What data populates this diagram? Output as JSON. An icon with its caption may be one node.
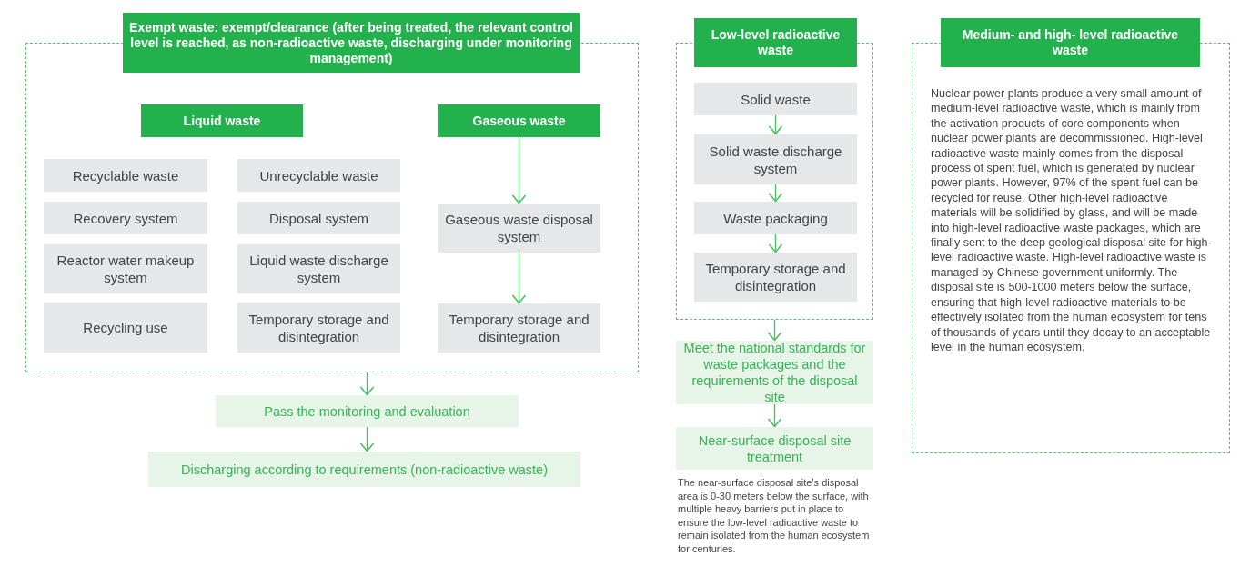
{
  "diagram": {
    "nodes": [
      {
        "text": [
          "Exempt waste: exempt/clearance (after being treated, the relevant control level is reached, as non-radioactive waste, discharging under monitoring management)"
        ]
      },
      {
        "text": [
          "Liquid waste"
        ],
        "in": 0
      },
      {
        "text": [
          "Recyclable waste"
        ],
        "in": 0
      },
      {
        "text": [
          "Unrecyclable waste"
        ],
        "in": 0
      },
      {
        "text": [
          "Recovery system"
        ],
        "in": 0
      },
      {
        "text": [
          "Disposal system"
        ],
        "in": 0
      },
      {
        "text": [
          "Reactor water makeup system"
        ],
        "in": 0
      },
      {
        "text": [
          "Liquid waste discharge system"
        ],
        "in": 0
      },
      {
        "text": [
          "Recycling use"
        ],
        "in": 0
      },
      {
        "text": [
          "Temporary storage and disintegration"
        ],
        "in": 0
      },
      {
        "text": [
          "Gaseous waste"
        ],
        "in": 0
      },
      {
        "text": [
          "Gaseous waste disposal system"
        ],
        "in": 0
      },
      {
        "text": [
          "Temporary storage and disintegration"
        ],
        "in": 0
      },
      {
        "text": [
          "Pass the monitoring and evaluation"
        ]
      },
      {
        "text": [
          "Discharging according to requirements (non-radioactive waste)"
        ]
      },
      {
        "text": [
          "Low-level radioactive waste"
        ]
      },
      {
        "text": [
          "Solid waste"
        ],
        "in": 15
      },
      {
        "text": [
          "Solid waste discharge system"
        ],
        "in": 15
      },
      {
        "text": [
          "Waste packaging"
        ],
        "in": 15
      },
      {
        "text": [
          "Temporary storage and disintegration"
        ],
        "in": 15
      },
      {
        "text": [
          "Meet the national standards for waste packages and the requirements of the disposal site"
        ]
      },
      {
        "text": [
          "Near-surface disposal site treatment"
        ],
        "beside": [
          "The near-surface disposal site’s disposal area is 0-30 meters below the surface, with multiple heavy barriers put in place to ensure the low-level radioactive waste to remain isolated from the human ecosystem for centuries."
        ]
      },
      {
        "text": [
          "Medium- and high- level radioactive waste",
          "Nuclear power plants produce a very small amount of medium-level radioactive waste, which is mainly from the activation products of core components when nuclear power plants are decommissioned. High-level radioactive waste mainly comes from the disposal process of spent fuel, which is generated by nuclear power plants. However, 97% of the spent fuel can be recycled for reuse. Other high-level radioactive materials will be solidified by glass, and will be made into high-level radioactive waste packages, which are finally sent to the deep geological disposal site for high-level radioactive waste. High-level radioactive waste is managed by Chinese government uniformly. The disposal site is 500-1000 meters below the surface, ensuring that high-level radioactive materials to be effectively isolated from the human ecosystem for tens of thousands of years until they decay to an acceptable level in the human ecosystem."
        ]
      }
    ],
    "edges": [
      {
        "from": 10,
        "to": 11,
        "arrow": "to"
      },
      {
        "from": 11,
        "to": 12,
        "arrow": "to"
      },
      {
        "from": 0,
        "to": 13,
        "arrow": "to"
      },
      {
        "from": 13,
        "to": 14,
        "arrow": "to"
      },
      {
        "from": 16,
        "to": 17,
        "arrow": "to"
      },
      {
        "from": 17,
        "to": 18,
        "arrow": "to"
      },
      {
        "from": 18,
        "to": 19,
        "arrow": "to"
      },
      {
        "from": 15,
        "to": 20,
        "arrow": "to"
      },
      {
        "from": 20,
        "to": 21,
        "arrow": "to"
      }
    ]
  }
}
